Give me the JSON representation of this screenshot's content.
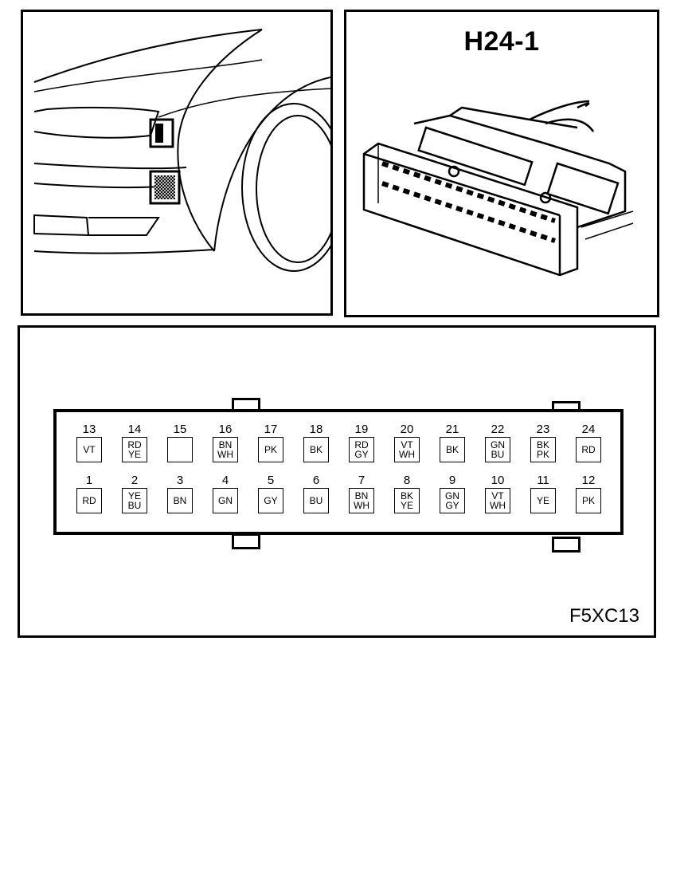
{
  "connector": {
    "title": "H24-1",
    "figure_code": "F5XC13",
    "top_row": [
      {
        "num": "13",
        "colors": [
          "VT"
        ]
      },
      {
        "num": "14",
        "colors": [
          "RD",
          "YE"
        ]
      },
      {
        "num": "15",
        "colors": []
      },
      {
        "num": "16",
        "colors": [
          "BN",
          "WH"
        ]
      },
      {
        "num": "17",
        "colors": [
          "PK"
        ]
      },
      {
        "num": "18",
        "colors": [
          "BK"
        ]
      },
      {
        "num": "19",
        "colors": [
          "RD",
          "GY"
        ]
      },
      {
        "num": "20",
        "colors": [
          "VT",
          "WH"
        ]
      },
      {
        "num": "21",
        "colors": [
          "BK"
        ]
      },
      {
        "num": "22",
        "colors": [
          "GN",
          "BU"
        ]
      },
      {
        "num": "23",
        "colors": [
          "BK",
          "PK"
        ]
      },
      {
        "num": "24",
        "colors": [
          "RD"
        ]
      }
    ],
    "bottom_row": [
      {
        "num": "1",
        "colors": [
          "RD"
        ]
      },
      {
        "num": "2",
        "colors": [
          "YE",
          "BU"
        ]
      },
      {
        "num": "3",
        "colors": [
          "BN"
        ]
      },
      {
        "num": "4",
        "colors": [
          "GN"
        ]
      },
      {
        "num": "5",
        "colors": [
          "GY"
        ]
      },
      {
        "num": "6",
        "colors": [
          "BU"
        ]
      },
      {
        "num": "7",
        "colors": [
          "BN",
          "WH"
        ]
      },
      {
        "num": "8",
        "colors": [
          "BK",
          "YE"
        ]
      },
      {
        "num": "9",
        "colors": [
          "GN",
          "GY"
        ]
      },
      {
        "num": "10",
        "colors": [
          "VT",
          "WH"
        ]
      },
      {
        "num": "11",
        "colors": [
          "YE"
        ]
      },
      {
        "num": "12",
        "colors": [
          "PK"
        ]
      }
    ]
  }
}
